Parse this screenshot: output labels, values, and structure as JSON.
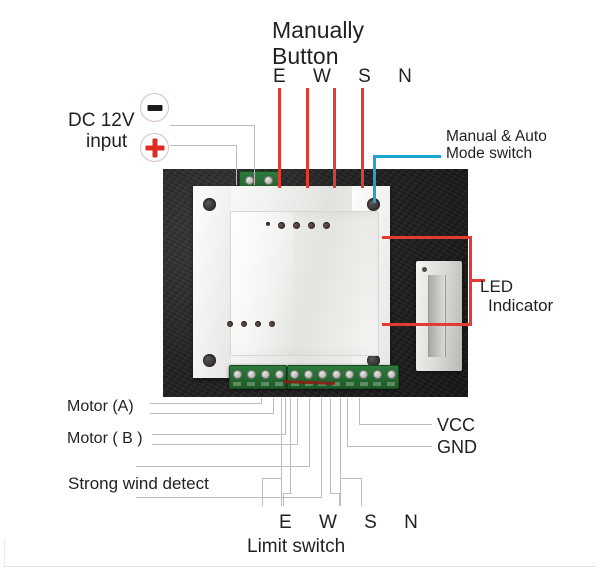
{
  "diagram": {
    "title": "Curtain / shutter controller wiring diagram",
    "labels": {
      "manually_button": "Manually\nButton",
      "top_directions": "E W S N",
      "dc_input_line1": "DC 12V",
      "dc_input_line2": "input",
      "mode_switch_line1": "Manual & Auto",
      "mode_switch_line2": "Mode switch",
      "led_indicator_line1": "LED",
      "led_indicator_line2": "Indicator",
      "motor_a": "Motor (A)",
      "motor_b": "Motor ( B )",
      "strong_wind": "Strong wind detect",
      "vcc": "VCC",
      "gnd": "GND",
      "bottom_directions": "E W S N",
      "limit_switch": "Limit switch"
    },
    "symbols": {
      "negative": "minus-circle",
      "positive": "plus-circle"
    },
    "colors": {
      "callout_red": "#e23b32",
      "callout_cyan": "#17a6cf",
      "callout_gray": "#bdbdbd",
      "plus_red": "#e02b20",
      "terminal_green": "#2f7a3c",
      "text": "#231f20",
      "background": "#ffffff"
    },
    "device": {
      "description": "White plastic enclosure controller photographed on dark textured surface",
      "top_buttons_count": 4,
      "top_led_count": 5,
      "bottom_led_count": 4,
      "power_terminal_pins": 2,
      "bottom_terminal_left_pins": 4,
      "bottom_terminal_right_pins": 8
    }
  }
}
